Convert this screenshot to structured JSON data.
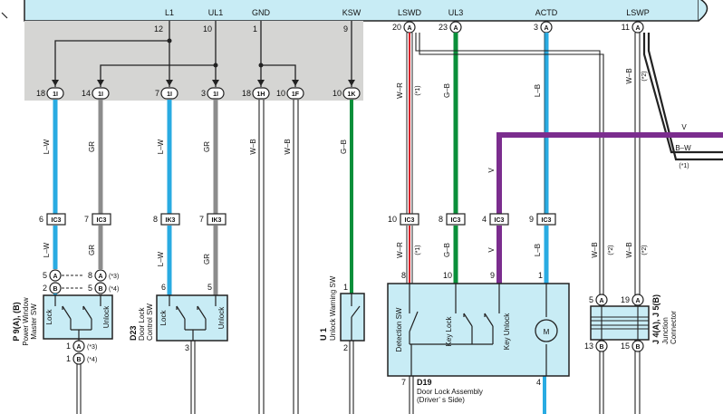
{
  "top_signals": [
    "L1",
    "UL1",
    "GND",
    "KSW",
    "LSWD",
    "UL3",
    "ACTD",
    "LSWP"
  ],
  "top_pins": [
    "12",
    "10",
    "1",
    "9",
    "20",
    "23",
    "3",
    "11"
  ],
  "top_pin_letter": "A",
  "left_connectors": [
    {
      "pin": "18",
      "code": "1I"
    },
    {
      "pin": "14",
      "code": "1I"
    },
    {
      "pin": "7",
      "code": "1I"
    },
    {
      "pin": "3",
      "code": "1I"
    },
    {
      "pin": "18",
      "code": "1H"
    },
    {
      "pin": "10",
      "code": "1F"
    },
    {
      "pin": "10",
      "code": "1K"
    }
  ],
  "wires": {
    "lw": "L–W",
    "gr": "GR",
    "wb": "W–B",
    "gb": "G–B",
    "wr": "W–R",
    "lb": "L–B",
    "v": "V",
    "bw": "B–W"
  },
  "notes": {
    "n1": "(*1)",
    "n2": "(*2)",
    "n3": "(*3)",
    "n4": "(*4)"
  },
  "junctions_mid": [
    {
      "pin": "6",
      "code": "IC3"
    },
    {
      "pin": "7",
      "code": "IC3"
    },
    {
      "pin": "8",
      "code": "IK3"
    },
    {
      "pin": "7",
      "code": "IK3"
    },
    {
      "pin": "10",
      "code": "IC3"
    },
    {
      "pin": "8",
      "code": "IC3"
    },
    {
      "pin": "4",
      "code": "IC3"
    },
    {
      "pin": "9",
      "code": "IC3"
    }
  ],
  "p9": {
    "code": "P 9(A), (B)",
    "name1": "Power Window",
    "name2": "Master SW",
    "lock": "Lock",
    "unlock": "Unlock",
    "pins": {
      "a": "5",
      "b": "2",
      "a8": "8",
      "b5": "5",
      "bot1": "1",
      "bot2": "1"
    },
    "letters": {
      "a": "A",
      "b": "B"
    }
  },
  "d23": {
    "code": "D23",
    "name1": "Door Lock",
    "name2": "Control SW",
    "lock": "Lock",
    "unlock": "Unlock",
    "pins": {
      "p6": "6",
      "p5": "5",
      "p3": "3"
    }
  },
  "u1": {
    "code": "U 1",
    "name": "Unlock Warning SW",
    "pins": {
      "p1": "1",
      "p2": "2"
    }
  },
  "d19": {
    "code": "D19",
    "name1": "Door Lock Assembly",
    "name2": "(Driver’ s Side)",
    "detection": "Detection SW",
    "key_lock": "Key Lock",
    "key_unlock": "Key Unlock",
    "motor": "M",
    "pins": {
      "p8": "8",
      "p10": "10",
      "p9": "9",
      "p1": "1",
      "p7": "7",
      "p4": "4"
    }
  },
  "j4": {
    "code": "J 4(A), J 5(B)",
    "name1": "Junction",
    "name2": "Connector",
    "pins": {
      "p5": "5",
      "p19": "19",
      "p13": "13",
      "p15": "15"
    }
  },
  "colors": {
    "header": "#c8ecf5",
    "ecu_gray": "#d5d5d3",
    "blue": "#29abe2",
    "gray": "#8c8c8c",
    "green": "#0a8f3a",
    "purple": "#7b2d8e",
    "red": "#d8232a",
    "component": "#c8ecf5"
  }
}
